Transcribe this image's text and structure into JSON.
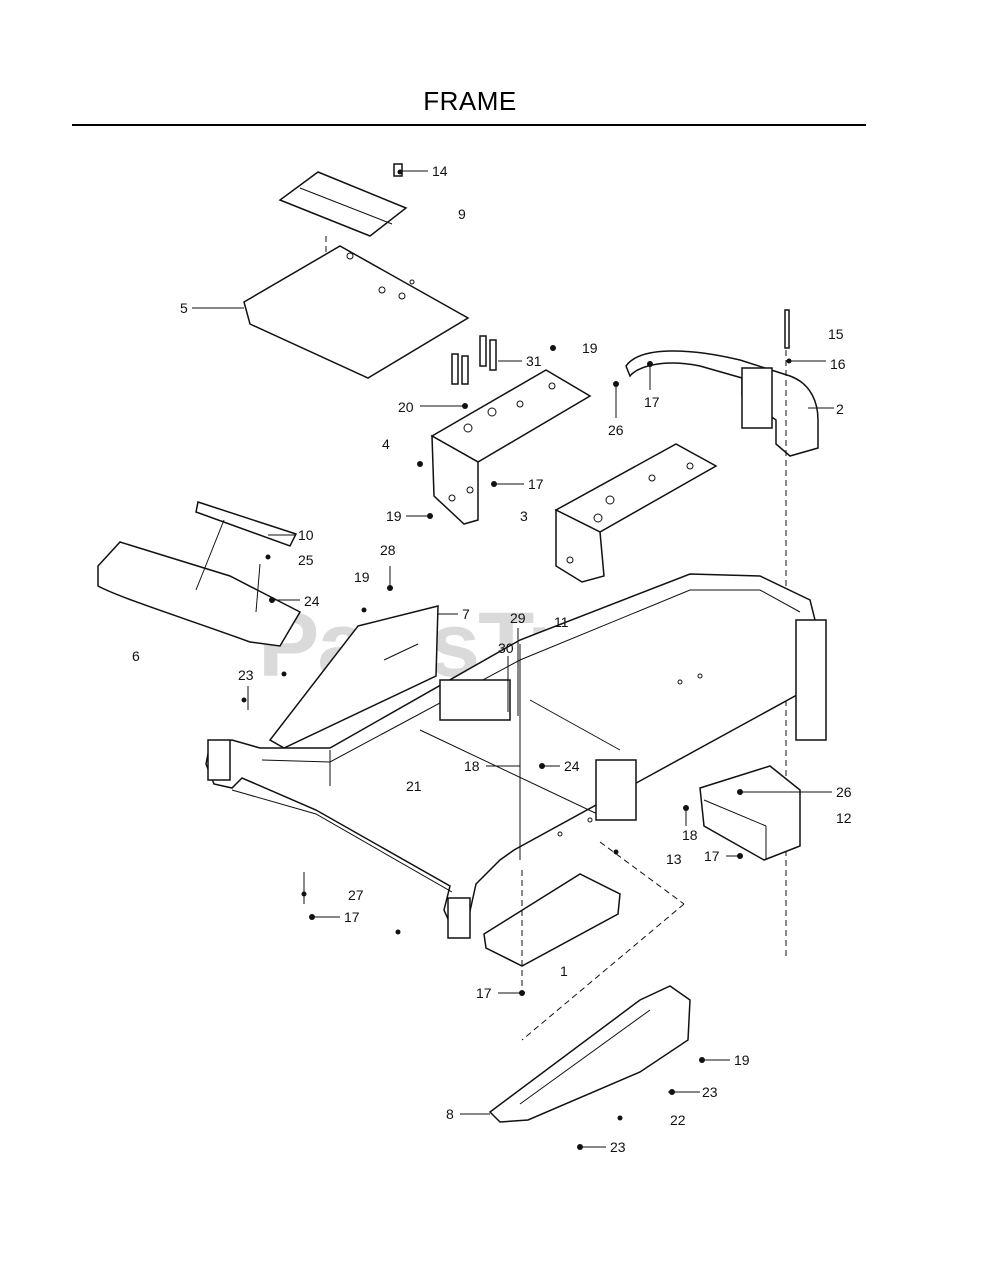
{
  "title": "FRAME",
  "watermark": "PartsTree",
  "callouts": [
    "14",
    "9",
    "5",
    "15",
    "16",
    "31",
    "19",
    "2",
    "20",
    "17",
    "26",
    "4",
    "17",
    "19",
    "3",
    "10",
    "25",
    "28",
    "19",
    "24",
    "6",
    "7",
    "29",
    "11",
    "30",
    "23",
    "18",
    "24",
    "21",
    "26",
    "12",
    "18",
    "13",
    "17",
    "27",
    "17",
    "1",
    "17",
    "19",
    "23",
    "8",
    "22",
    "23"
  ]
}
